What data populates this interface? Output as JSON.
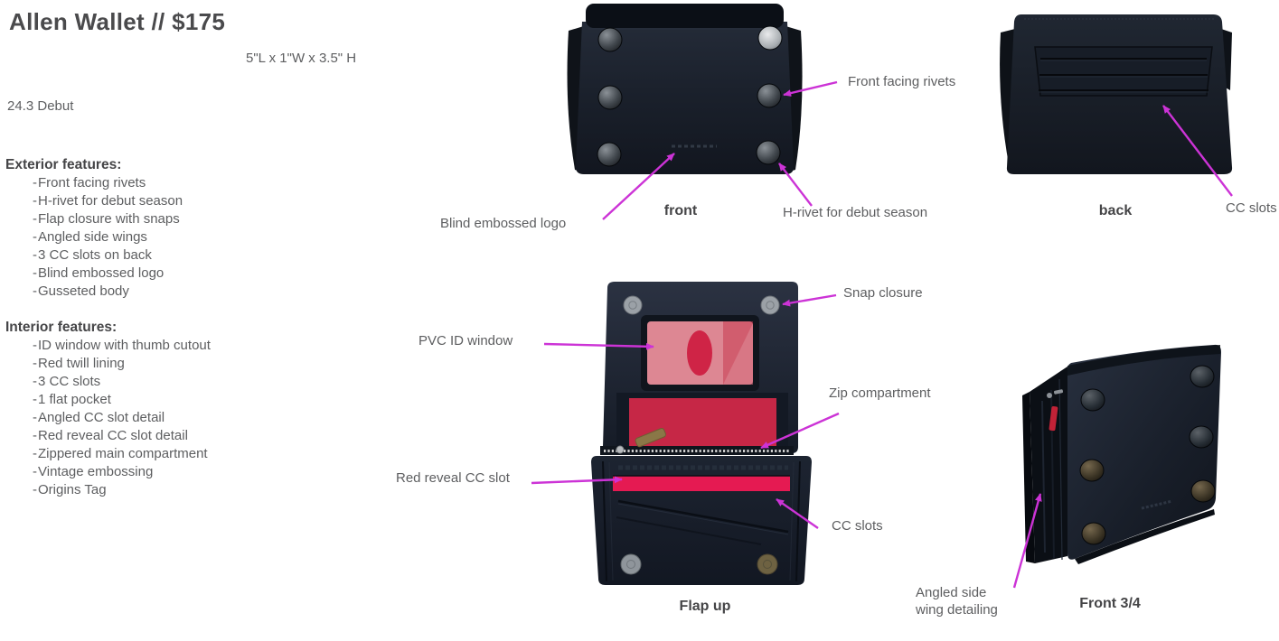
{
  "header": {
    "title": "Allen Wallet // $175",
    "dimensions": "5\"L x 1\"W x 3.5\" H",
    "season": "24.3 Debut"
  },
  "exterior": {
    "heading": "Exterior features:",
    "items": [
      "Front facing rivets",
      "H-rivet for debut season",
      "Flap closure with snaps",
      "Angled side wings",
      "3 CC slots on back",
      "Blind embossed logo",
      "Gusseted body"
    ]
  },
  "interior": {
    "heading": "Interior features:",
    "items": [
      "ID window with thumb cutout",
      "Red twill lining",
      "3 CC slots",
      "1 flat pocket",
      "Angled CC slot detail",
      "Red reveal CC slot detail",
      "Zippered main compartment",
      "Vintage embossing",
      "Origins Tag"
    ]
  },
  "views": {
    "front": {
      "label": "front"
    },
    "back": {
      "label": "back"
    },
    "flap_up": {
      "label": "Flap up"
    },
    "front_three_quarter": {
      "label": "Front 3/4"
    }
  },
  "annotations": {
    "front_facing_rivets": "Front facing rivets",
    "blind_embossed_logo": "Blind embossed logo",
    "h_rivet": "H-rivet for debut season",
    "back_cc_slots": "CC slots",
    "snap_closure": "Snap closure",
    "pvc_id_window": "PVC ID window",
    "zip_compartment": "Zip compartment",
    "red_reveal_cc_slot": "Red reveal CC slot",
    "interior_cc_slots": "CC slots",
    "angled_side_wing": "Angled side\nwing detailing"
  },
  "colors": {
    "annotation_arrow": "#cc33d6",
    "body_text": "#5d5e60",
    "heading_text": "#454547",
    "leather": "#1b212c",
    "red_lining": "#c62746",
    "red_reveal_slot": "#e51a52",
    "pvc_window_pink": "#dd8793"
  }
}
